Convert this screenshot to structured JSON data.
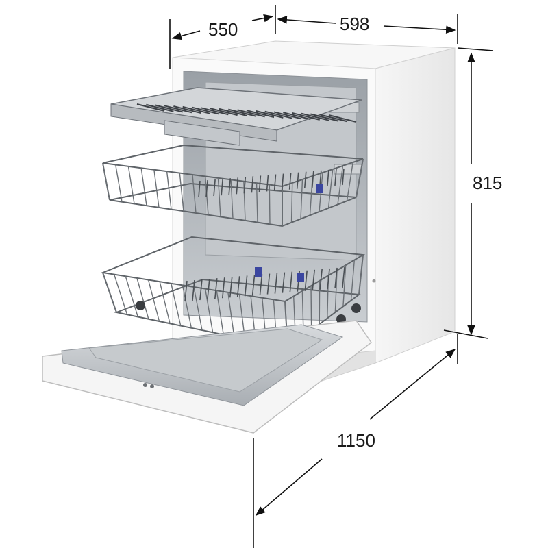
{
  "dimensions": {
    "depth": "550",
    "width": "598",
    "height": "815",
    "depth_door_open": "1150"
  },
  "colors": {
    "body": "#f4f4f4",
    "body_shade": "#e4e4e4",
    "steel": "#b9bdc2",
    "steel_dark": "#7d8288",
    "rack": "#5e6368",
    "accent": "#3b46a0",
    "line": "#111111"
  }
}
